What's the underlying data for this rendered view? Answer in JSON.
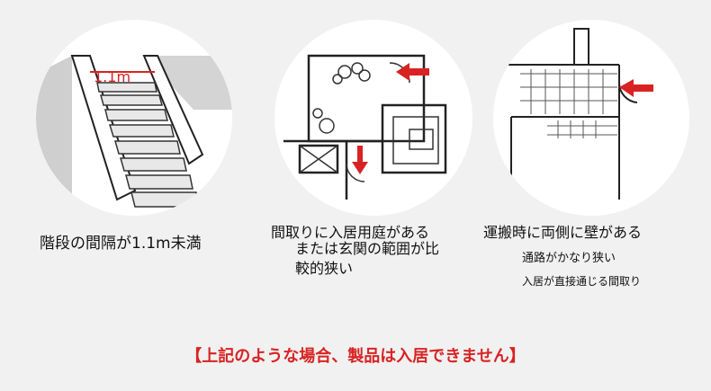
{
  "panel1": {
    "width_label": "1.1m",
    "caption": "階段の間隔が1.1m未満"
  },
  "panel2": {
    "caption_line1": "間取りに入居用庭がある",
    "caption_line2": "または玄関の範囲が比較的狭い"
  },
  "panel3": {
    "caption_line1": "運搬時に両側に壁がある",
    "caption_line2": "通路がかなり狭い",
    "caption_line3": "入居が直接通じる間取り"
  },
  "notice": "【上記のような場合、製品は入居できません】",
  "colors": {
    "accent": "#d82323",
    "background": "#f1f1f1",
    "circle": "#ffffff"
  }
}
